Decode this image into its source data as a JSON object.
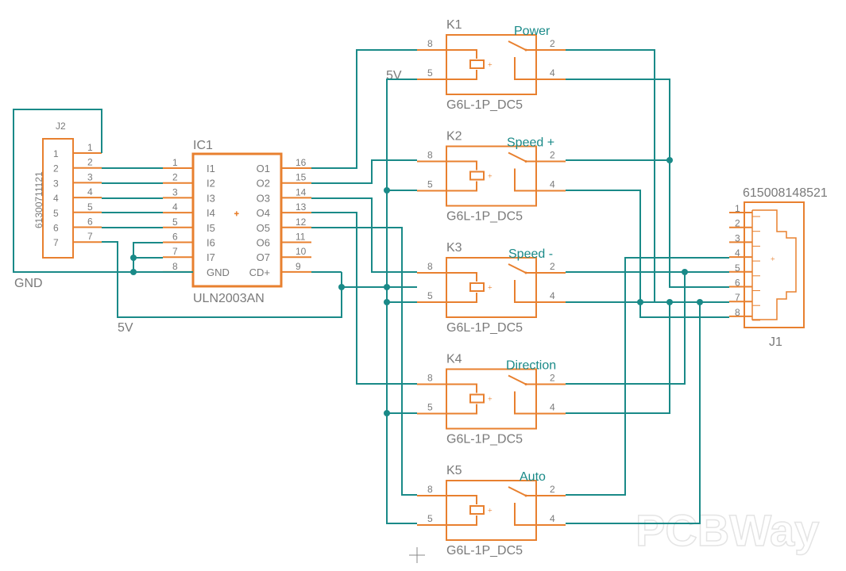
{
  "connector_j2": {
    "ref": "J2",
    "part": "61300711121",
    "pins": [
      "1",
      "2",
      "3",
      "4",
      "5",
      "6",
      "7"
    ]
  },
  "ic1": {
    "ref": "IC1",
    "part": "ULN2003AN",
    "left_pins": [
      {
        "num": "1",
        "name": "I1"
      },
      {
        "num": "2",
        "name": "I2"
      },
      {
        "num": "3",
        "name": "I3"
      },
      {
        "num": "4",
        "name": "I4"
      },
      {
        "num": "5",
        "name": "I5"
      },
      {
        "num": "6",
        "name": "I6"
      },
      {
        "num": "7",
        "name": "I7"
      },
      {
        "num": "8",
        "name": "GND"
      }
    ],
    "right_pins": [
      {
        "num": "16",
        "name": "O1"
      },
      {
        "num": "15",
        "name": "O2"
      },
      {
        "num": "14",
        "name": "O3"
      },
      {
        "num": "13",
        "name": "O4"
      },
      {
        "num": "12",
        "name": "O5"
      },
      {
        "num": "11",
        "name": "O6"
      },
      {
        "num": "10",
        "name": "O7"
      },
      {
        "num": "9",
        "name": "CD+"
      }
    ]
  },
  "nets": {
    "gnd": "GND",
    "five_v_left": "5V",
    "five_v_top": "5V"
  },
  "relays": [
    {
      "ref": "K1",
      "part": "G6L-1P_DC5",
      "label": "Power",
      "pins": [
        "8",
        "5",
        "2",
        "4"
      ]
    },
    {
      "ref": "K2",
      "part": "G6L-1P_DC5",
      "label": "Speed +",
      "pins": [
        "8",
        "5",
        "2",
        "4"
      ]
    },
    {
      "ref": "K3",
      "part": "G6L-1P_DC5",
      "label": "Speed -",
      "pins": [
        "8",
        "5",
        "2",
        "4"
      ]
    },
    {
      "ref": "K4",
      "part": "G6L-1P_DC5",
      "label": "Direction",
      "pins": [
        "8",
        "5",
        "2",
        "4"
      ]
    },
    {
      "ref": "K5",
      "part": "G6L-1P_DC5",
      "label": "Auto",
      "pins": [
        "8",
        "5",
        "2",
        "4"
      ]
    }
  ],
  "connector_j1": {
    "ref": "J1",
    "part": "615008148521",
    "pins": [
      "1",
      "2",
      "3",
      "4",
      "5",
      "6",
      "7",
      "8"
    ]
  },
  "watermark": "PCBWay",
  "colors": {
    "component": "#e8802f",
    "wire": "#1a8a88",
    "text": "#7a7a7a",
    "net_label": "#1a8a88"
  }
}
